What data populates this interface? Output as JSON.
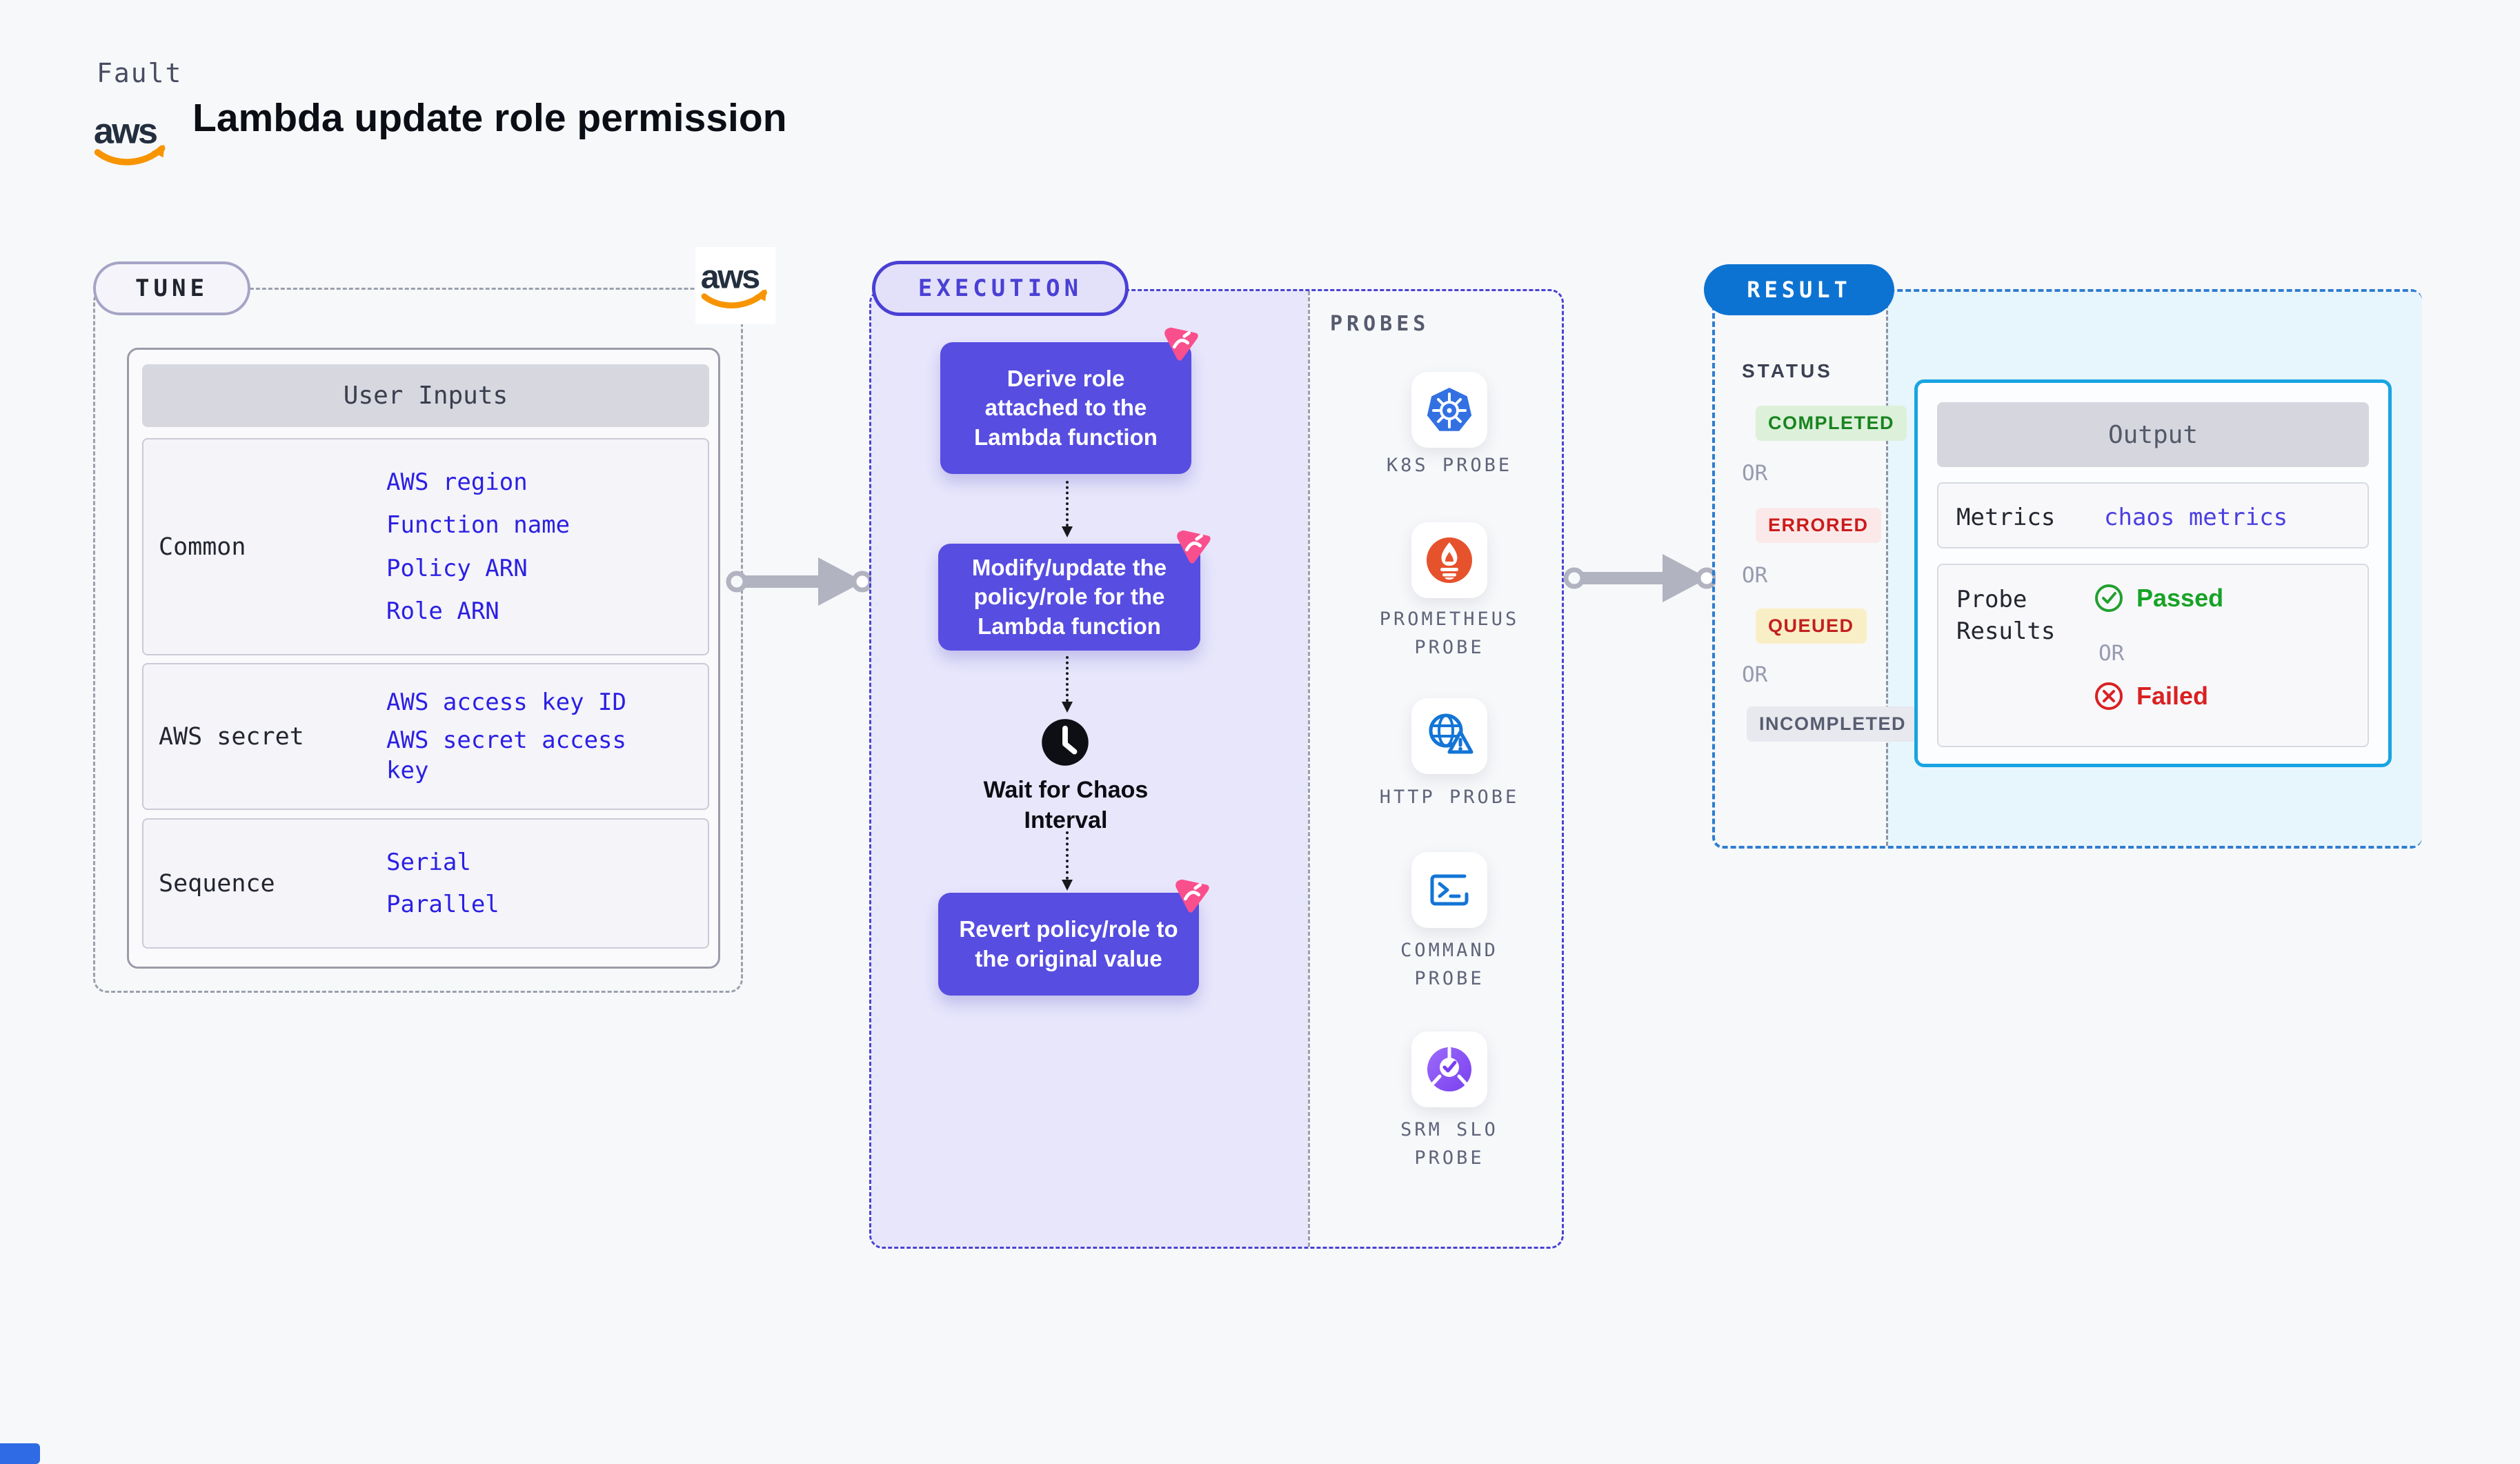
{
  "page": {
    "kicker": "Fault",
    "title": "Lambda update role permission",
    "aws_logo_text": "aws"
  },
  "tune": {
    "badge": "TUNE",
    "table": {
      "header": "User Inputs",
      "rows": [
        {
          "label": "Common",
          "values": [
            "AWS region",
            "Function name",
            "Policy ARN",
            "Role ARN"
          ]
        },
        {
          "label": "AWS secret",
          "values": [
            "AWS access key ID",
            "AWS secret access key"
          ]
        },
        {
          "label": "Sequence",
          "values": [
            "Serial",
            "Parallel"
          ]
        }
      ]
    }
  },
  "execution": {
    "badge": "EXECUTION",
    "steps": [
      "Derive role attached to the Lambda function",
      "Modify/update the policy/role for the Lambda function",
      "Wait for Chaos Interval",
      "Revert policy/role to the original value"
    ]
  },
  "probes": {
    "label": "PROBES",
    "items": [
      {
        "name": "K8S PROBE",
        "icon": "kubernetes-icon"
      },
      {
        "name": "PROMETHEUS PROBE",
        "icon": "prometheus-icon"
      },
      {
        "name": "HTTP PROBE",
        "icon": "http-globe-warning-icon"
      },
      {
        "name": "COMMAND PROBE",
        "icon": "command-terminal-icon"
      },
      {
        "name": "SRM SLO PROBE",
        "icon": "srm-slo-icon"
      }
    ]
  },
  "result": {
    "badge": "RESULT",
    "status_label": "STATUS",
    "or_label": "OR",
    "statuses": [
      {
        "label": "COMPLETED",
        "fg": "#18841f",
        "bg": "#ddf0da"
      },
      {
        "label": "ERRORED",
        "fg": "#cb1b1b",
        "bg": "#fbe9e9"
      },
      {
        "label": "QUEUED",
        "fg": "#c32020",
        "bg": "#f9efc6"
      },
      {
        "label": "INCOMPLETED",
        "fg": "#575c6f",
        "bg": "#e8e8ef"
      }
    ],
    "output": {
      "header": "Output",
      "metrics_label": "Metrics",
      "metrics_value": "chaos metrics",
      "probe_results_label": "Probe Results",
      "passed_label": "Passed",
      "or_label": "OR",
      "failed_label": "Failed"
    }
  },
  "colors": {
    "page_bg": "#f7f8fa",
    "step_box": "#574de1",
    "execution_panel": "#e7e6fb",
    "execution_border": "#4a43d2",
    "tune_border": "#9aa0ac",
    "result_border": "#2e7ed2",
    "result_pill": "#0d73d2",
    "output_border": "#18a4e2",
    "output_panel_bg": "#e7f5fc",
    "input_link": "#2b1fe3",
    "metrics_value": "#4b3fe0",
    "passed_green": "#17a325",
    "failed_red": "#da2121",
    "kubernetes_blue": "#3371e3",
    "prometheus_orange": "#e6522c",
    "probe_icon_blue": "#1375d6",
    "srm_purple": "#7a3ff0",
    "chaos_pink": "#fa4f8d",
    "aws_orange": "#f79400",
    "arrow_gray": "#b2b3c0"
  }
}
